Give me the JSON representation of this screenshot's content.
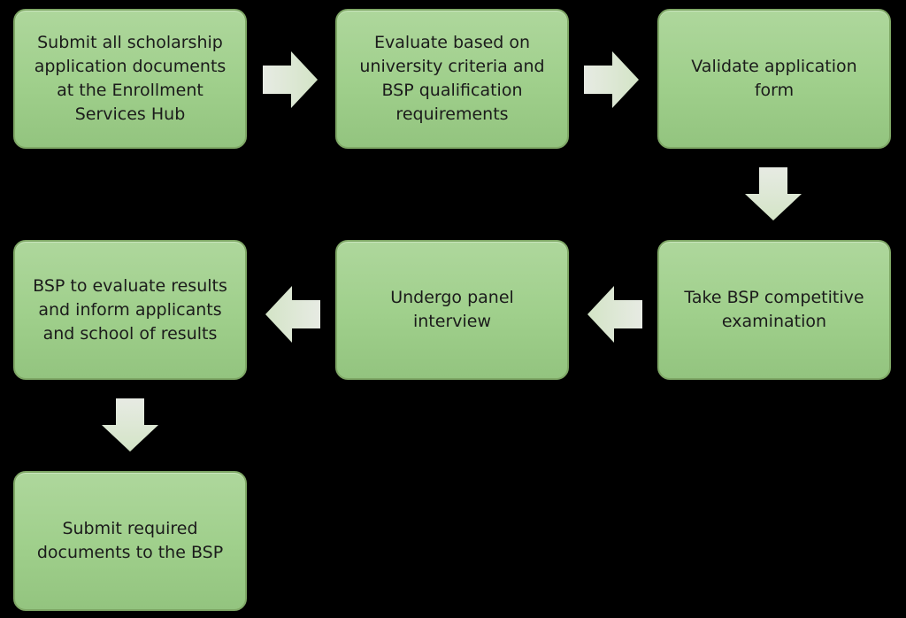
{
  "flowchart": {
    "colors": {
      "box_fill": "#9fcf8b",
      "box_border": "#7fa866",
      "arrow_fill": "#e2ecd9",
      "background": "#000000"
    },
    "steps": [
      {
        "label": "Submit  all scholarship\napplication documents\nat the Enrollment\nServices Hub"
      },
      {
        "label": "Evaluate based on\nuniversity criteria and\nBSP qualification\nrequirements"
      },
      {
        "label": "Validate application\nform"
      },
      {
        "label": "Take BSP competitive\nexamination"
      },
      {
        "label": "Undergo panel\ninterview"
      },
      {
        "label": "BSP to evaluate results\nand inform applicants\nand school of results"
      },
      {
        "label": "Submit required\ndocuments to the BSP"
      }
    ],
    "arrows": [
      {
        "from": 1,
        "to": 2,
        "direction": "right"
      },
      {
        "from": 2,
        "to": 3,
        "direction": "right"
      },
      {
        "from": 3,
        "to": 4,
        "direction": "down"
      },
      {
        "from": 4,
        "to": 5,
        "direction": "left"
      },
      {
        "from": 5,
        "to": 6,
        "direction": "left"
      },
      {
        "from": 6,
        "to": 7,
        "direction": "down"
      }
    ]
  }
}
